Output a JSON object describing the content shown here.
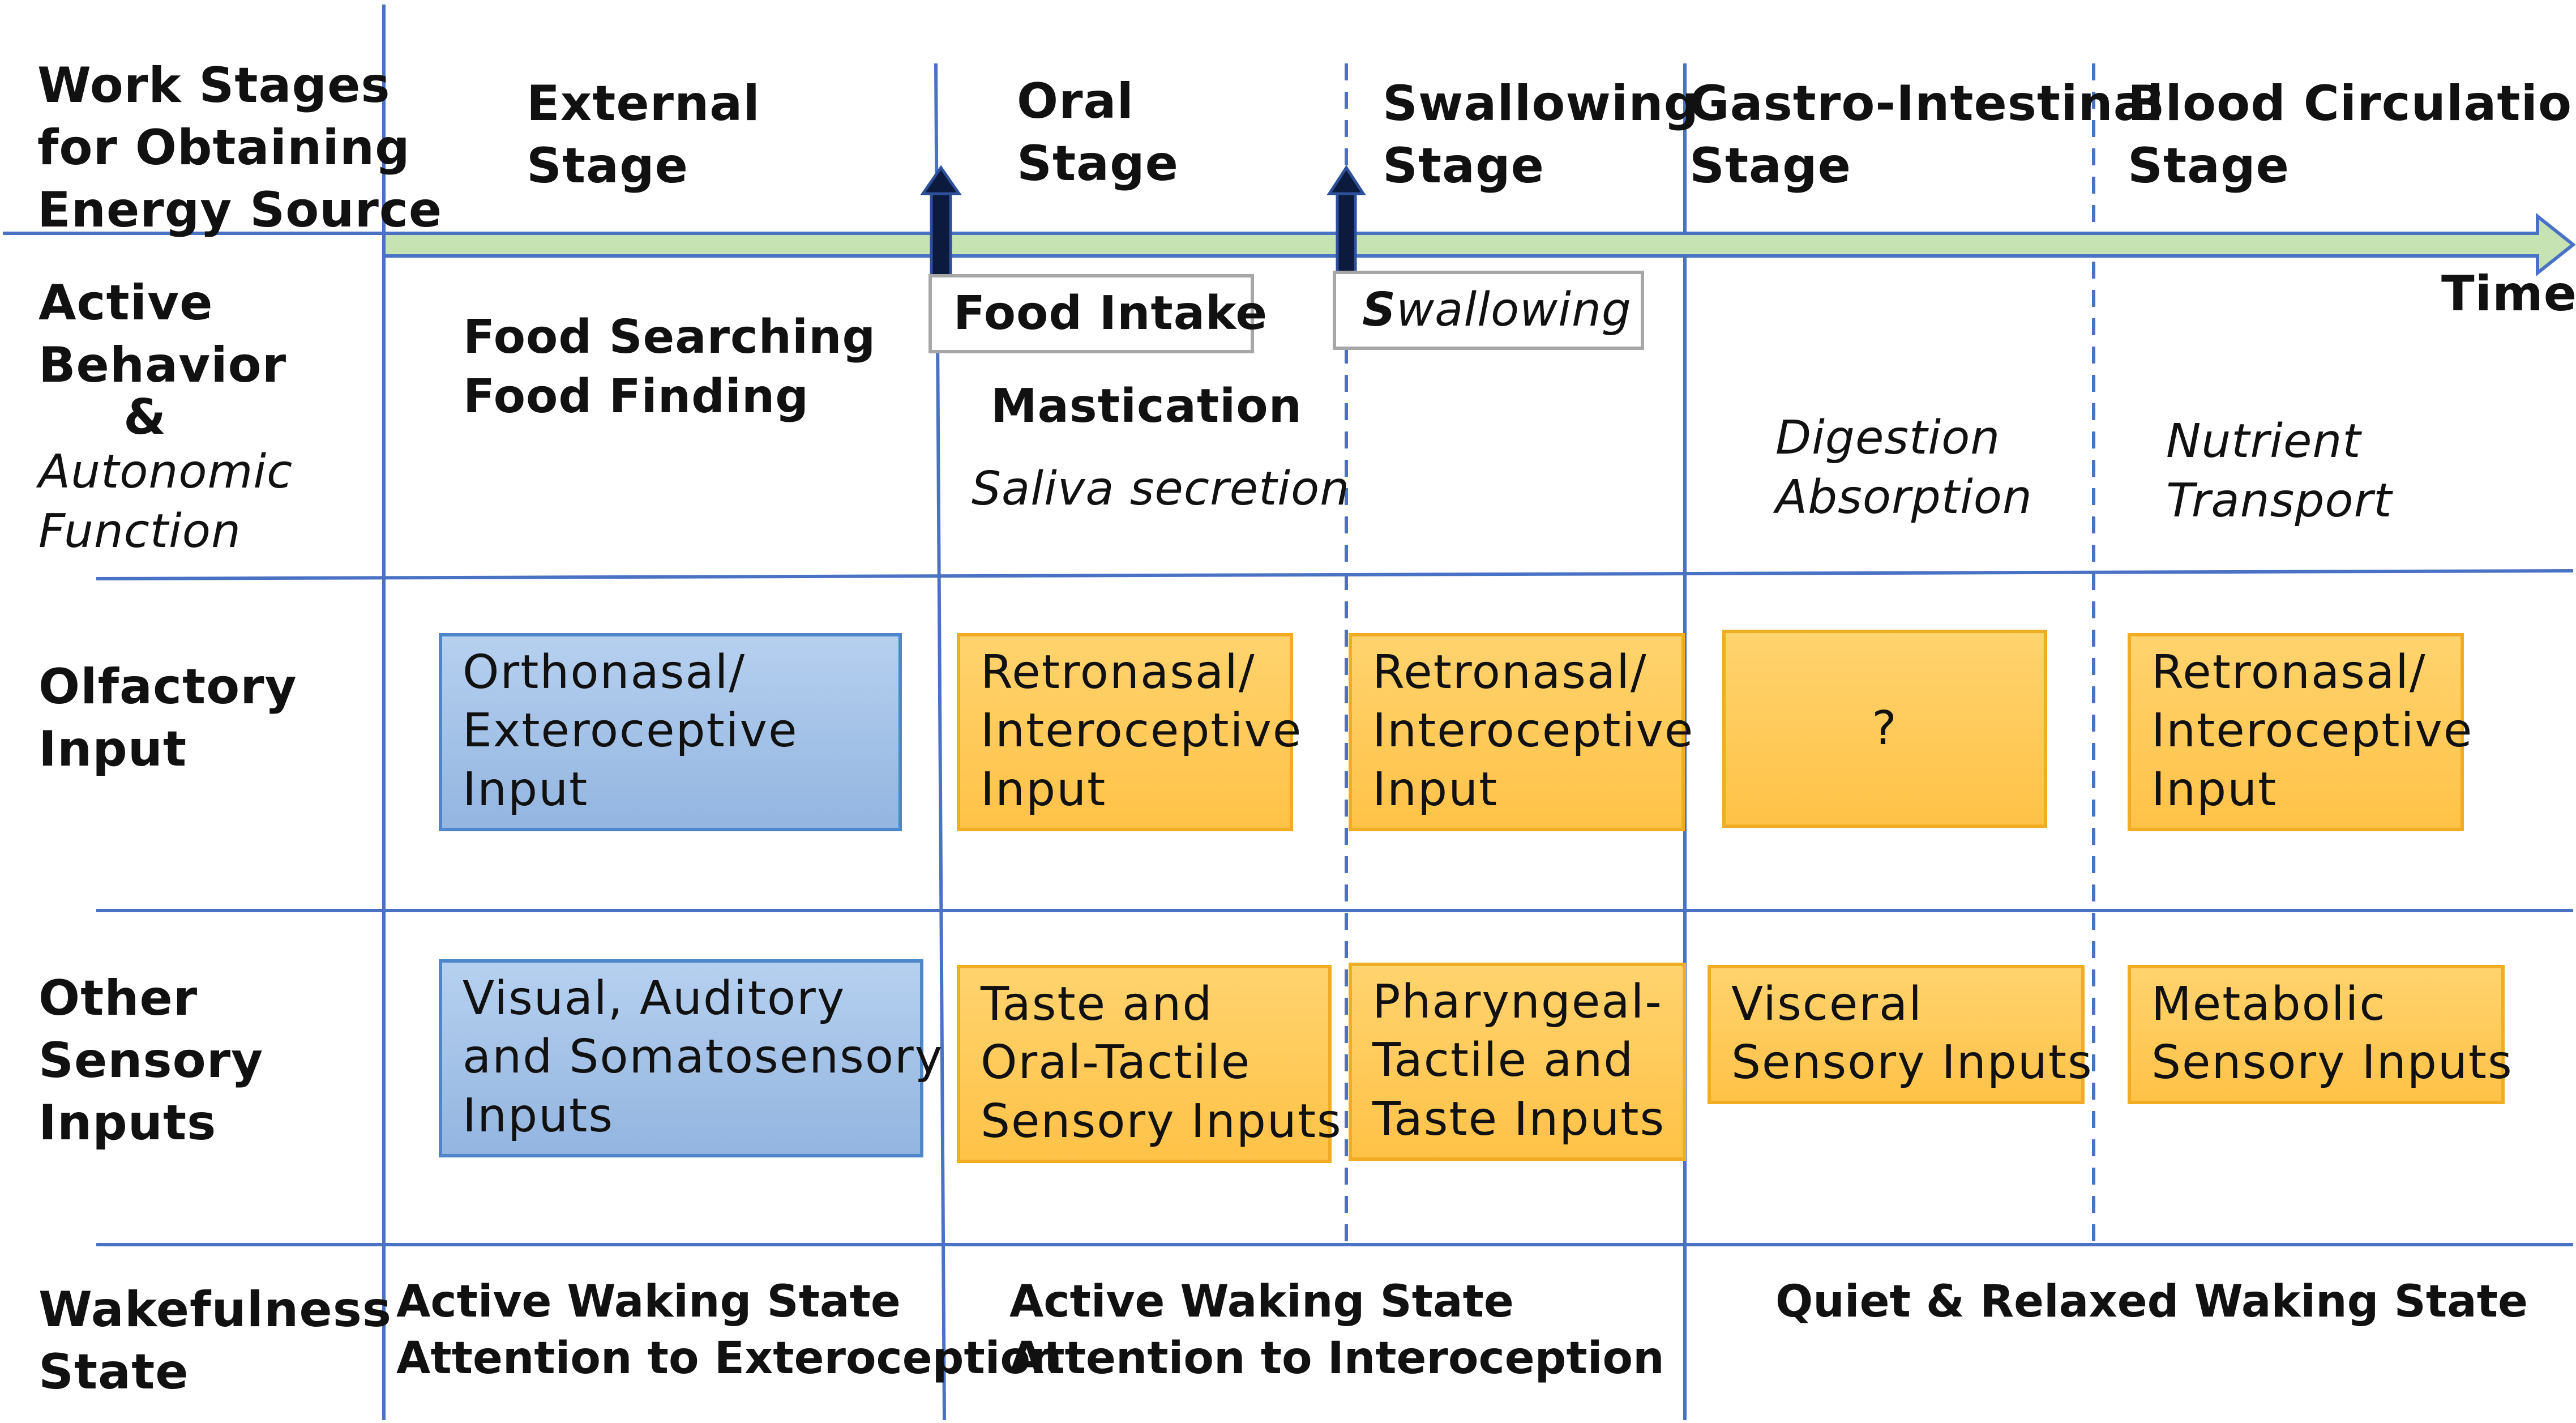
{
  "rows": {
    "stages_label": "Work Stages\nfor Obtaining\nEnergy Source",
    "behavior_label": "Active\nBehavior",
    "ampersand": "&",
    "autonomic_label": "Autonomic\nFunction",
    "olfactory_label": "Olfactory\nInput",
    "sensory_label": "Other\nSensory\nInputs",
    "wakefulness_label": "Wakefulness\nState"
  },
  "stages": [
    "External\nStage",
    "Oral\nStage",
    "Swallowing\nStage",
    "Gastro-Intestinal\nStage",
    "Blood Circulation\nStage"
  ],
  "time_label": "Time",
  "behavior": {
    "external": "Food Searching\nFood Finding",
    "food_intake": "Food Intake",
    "swallowing_first": "S",
    "swallowing_rest": "wallowing",
    "mastication": "Mastication",
    "saliva": "Saliva secretion",
    "digestion": "Digestion\nAbsorption",
    "nutrient": "Nutrient\nTransport"
  },
  "olfactory": [
    "Orthonasal/\nExteroceptive\nInput",
    "Retronasal/\nInteroceptive\nInput",
    "Retronasal/\nInteroceptive\nInput",
    "?",
    "Retronasal/\nInteroceptive\nInput"
  ],
  "sensory": [
    "Visual, Auditory\nand Somatosensory\nInputs",
    "Taste and\nOral-Tactile\nSensory Inputs",
    "Pharyngeal-\nTactile and\nTaste Inputs",
    "Visceral\nSensory Inputs",
    "Metabolic\nSensory Inputs"
  ],
  "wakefulness": [
    "Active Waking State\nAttention to Exteroception",
    "Active Waking State\nAttention to Interoception",
    "Quiet & Relaxed Waking State"
  ],
  "colors": {
    "grid_line": "#4a72c4",
    "time_arrow_fill": "#c6e3b4",
    "time_arrow_stroke": "#4a72c4",
    "exteroceptive_box": "#a3c2e6",
    "interoceptive_box": "#ffc95c"
  }
}
